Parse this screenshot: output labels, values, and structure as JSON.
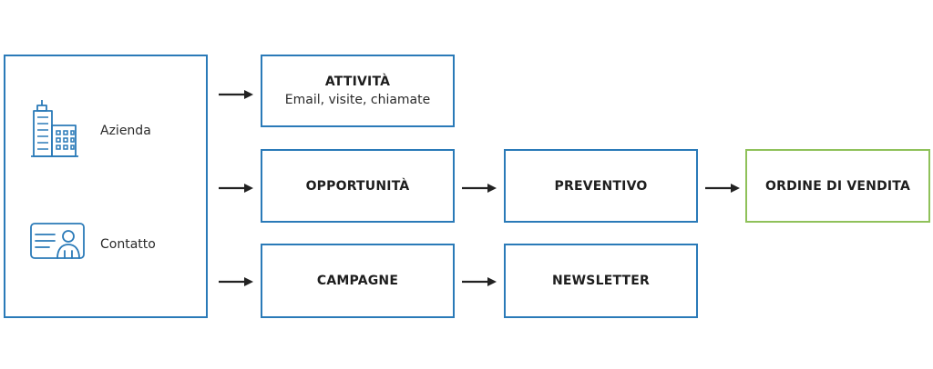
{
  "entities": {
    "azienda": "Azienda",
    "contatto": "Contatto"
  },
  "boxes": {
    "attivita": {
      "title": "ATTIVITÀ",
      "subtitle": "Email, visite, chiamate"
    },
    "opportunita": {
      "title": "OPPORTUNITÀ"
    },
    "preventivo": {
      "title": "PREVENTIVO"
    },
    "ordine": {
      "title": "ORDINE DI VENDITA"
    },
    "campagne": {
      "title": "CAMPAGNE"
    },
    "newsletter": {
      "title": "NEWSLETTER"
    }
  },
  "colors": {
    "box_border": "#2a7ab8",
    "final_border": "#8fc15a",
    "arrow": "#222222",
    "icon_stroke": "#2a7ab8"
  },
  "icons": [
    "building-icon",
    "contact-card-icon"
  ]
}
